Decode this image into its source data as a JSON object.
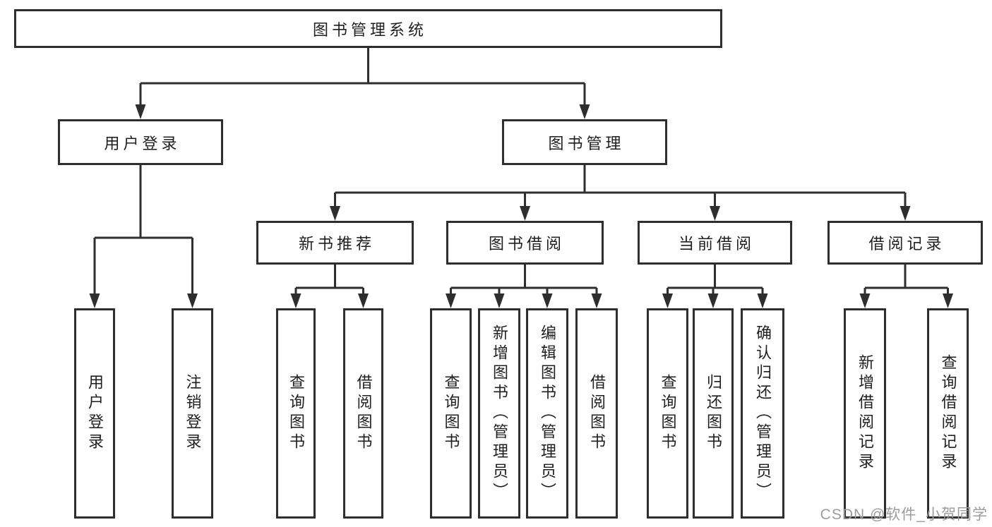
{
  "colors": {
    "line": "#2e2e2e",
    "box_border": "#2e2e2e",
    "text": "#1f1f1f",
    "background": "#ffffff",
    "watermark": "#9c9c9c"
  },
  "tree": {
    "root": {
      "label": "图书管理系统",
      "children": [
        {
          "label": "用户登录",
          "children": [
            {
              "label": "用户登录"
            },
            {
              "label": "注销登录"
            }
          ]
        },
        {
          "label": "图书管理",
          "children": [
            {
              "label": "新书推荐",
              "children": [
                {
                  "label": "查询图书"
                },
                {
                  "label": "借阅图书"
                }
              ]
            },
            {
              "label": "图书借阅",
              "children": [
                {
                  "label": "查询图书"
                },
                {
                  "label": "新增图书（管理员）"
                },
                {
                  "label": "编辑图书（管理员）"
                },
                {
                  "label": "借阅图书"
                }
              ]
            },
            {
              "label": "当前借阅",
              "children": [
                {
                  "label": "查询图书"
                },
                {
                  "label": "归还图书"
                },
                {
                  "label": "确认归还（管理员）"
                }
              ]
            },
            {
              "label": "借阅记录",
              "children": [
                {
                  "label": "新增借阅记录"
                },
                {
                  "label": "查询借阅记录"
                }
              ]
            }
          ]
        }
      ]
    }
  },
  "watermark": "CSDN @软件_小贺同学"
}
